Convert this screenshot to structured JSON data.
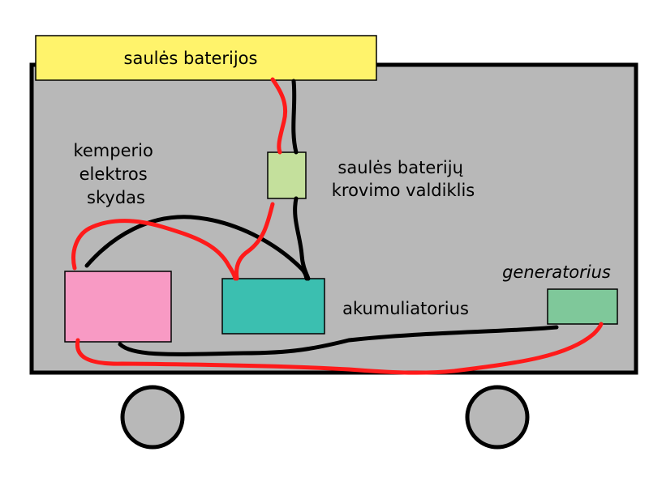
{
  "labels": {
    "solar_panels": "saulės baterijos",
    "panel_board": [
      "kemperio",
      "elektros",
      "skydas"
    ],
    "charge_controller": [
      "saulės baterijų",
      "krovimo valdiklis"
    ],
    "battery": "akumuliatorius",
    "generator": "generatorius"
  },
  "colors": {
    "camper_body": "#b8b8b8",
    "solar_panels": "#fff36b",
    "charge_controller": "#c4e09c",
    "panel_board": "#f89ac4",
    "battery": "#3bbfb0",
    "generator": "#7fc89a",
    "wheel": "#b8b8b8",
    "positive_wire": "#ff1a1a",
    "negative_wire": "#000000"
  },
  "wheels": 2
}
